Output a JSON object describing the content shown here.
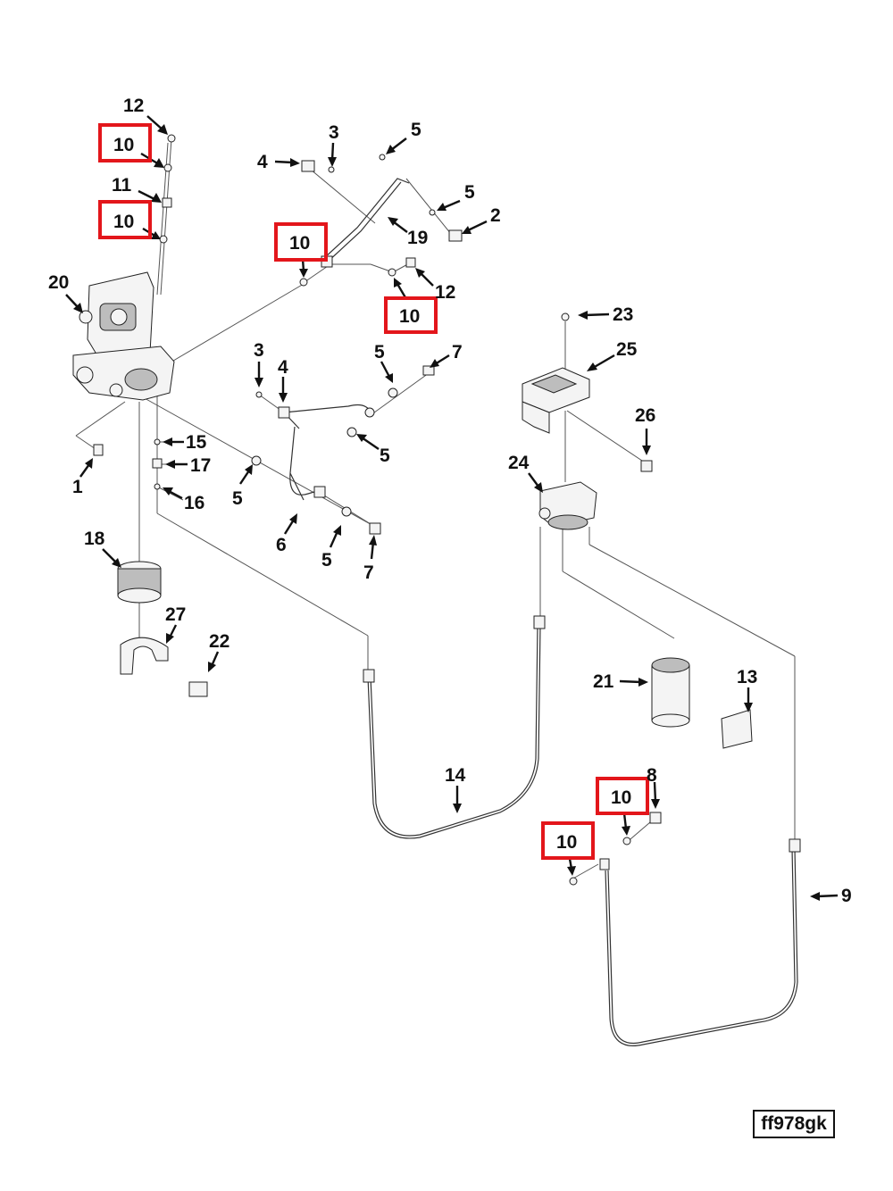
{
  "diagram": {
    "reference_code": "ff978gk",
    "highlight_color": "#e3161b",
    "callouts": [
      {
        "id": "c12a",
        "label": "12",
        "highlighted": false
      },
      {
        "id": "c10a",
        "label": "10",
        "highlighted": true
      },
      {
        "id": "c11",
        "label": "11",
        "highlighted": false
      },
      {
        "id": "c10b",
        "label": "10",
        "highlighted": true
      },
      {
        "id": "c20",
        "label": "20",
        "highlighted": false
      },
      {
        "id": "c3a",
        "label": "3",
        "highlighted": false
      },
      {
        "id": "c4a",
        "label": "4",
        "highlighted": false
      },
      {
        "id": "c5a",
        "label": "5",
        "highlighted": false
      },
      {
        "id": "c5b",
        "label": "5",
        "highlighted": false
      },
      {
        "id": "c2",
        "label": "2",
        "highlighted": false
      },
      {
        "id": "c19",
        "label": "19",
        "highlighted": false
      },
      {
        "id": "c10c",
        "label": "10",
        "highlighted": true
      },
      {
        "id": "c12b",
        "label": "12",
        "highlighted": false
      },
      {
        "id": "c10d",
        "label": "10",
        "highlighted": true
      },
      {
        "id": "c23",
        "label": "23",
        "highlighted": false
      },
      {
        "id": "c25",
        "label": "25",
        "highlighted": false
      },
      {
        "id": "c3b",
        "label": "3",
        "highlighted": false
      },
      {
        "id": "c4b",
        "label": "4",
        "highlighted": false
      },
      {
        "id": "c5c",
        "label": "5",
        "highlighted": false
      },
      {
        "id": "c7a",
        "label": "7",
        "highlighted": false
      },
      {
        "id": "c5d",
        "label": "5",
        "highlighted": false
      },
      {
        "id": "c26",
        "label": "26",
        "highlighted": false
      },
      {
        "id": "c15",
        "label": "15",
        "highlighted": false
      },
      {
        "id": "c17",
        "label": "17",
        "highlighted": false
      },
      {
        "id": "c16",
        "label": "16",
        "highlighted": false
      },
      {
        "id": "c1",
        "label": "1",
        "highlighted": false
      },
      {
        "id": "c5e",
        "label": "5",
        "highlighted": false
      },
      {
        "id": "c6",
        "label": "6",
        "highlighted": false
      },
      {
        "id": "c5f",
        "label": "5",
        "highlighted": false
      },
      {
        "id": "c7b",
        "label": "7",
        "highlighted": false
      },
      {
        "id": "c24",
        "label": "24",
        "highlighted": false
      },
      {
        "id": "c18",
        "label": "18",
        "highlighted": false
      },
      {
        "id": "c27",
        "label": "27",
        "highlighted": false
      },
      {
        "id": "c22",
        "label": "22",
        "highlighted": false
      },
      {
        "id": "c21",
        "label": "21",
        "highlighted": false
      },
      {
        "id": "c13",
        "label": "13",
        "highlighted": false
      },
      {
        "id": "c14",
        "label": "14",
        "highlighted": false
      },
      {
        "id": "c8",
        "label": "8",
        "highlighted": false
      },
      {
        "id": "c10e",
        "label": "10",
        "highlighted": true
      },
      {
        "id": "c10f",
        "label": "10",
        "highlighted": true
      },
      {
        "id": "c9",
        "label": "9",
        "highlighted": false
      }
    ]
  }
}
